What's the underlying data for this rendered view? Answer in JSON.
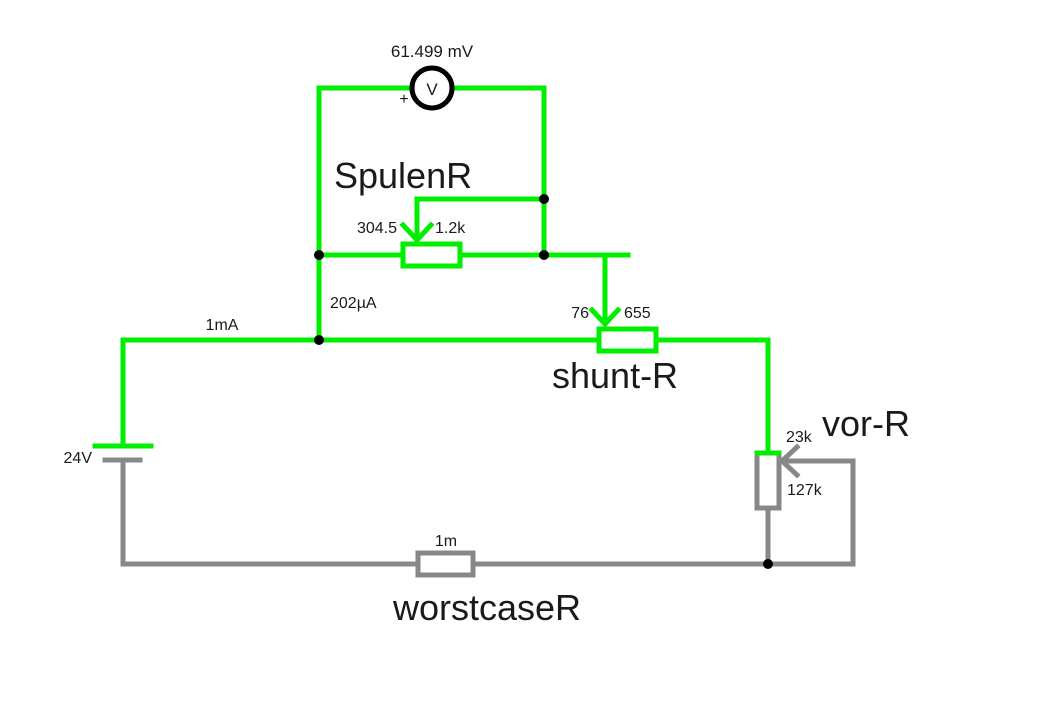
{
  "colors": {
    "active_wire": "#00ee00",
    "inactive_wire": "#888888",
    "junction": "#000000",
    "text": "#1a1a1a",
    "background": "#ffffff"
  },
  "voltmeter": {
    "reading": "61.499 mV",
    "symbol": "V",
    "polarity": "+"
  },
  "components": {
    "spulen_r": {
      "name": "SpulenR",
      "left_value": "304.5",
      "right_value": "1.2k"
    },
    "shunt_r": {
      "name": "shunt-R",
      "left_value": "76",
      "right_value": "655"
    },
    "vor_r": {
      "name": "vor-R",
      "top_value": "23k",
      "bottom_value": "127k"
    },
    "worstcase_r": {
      "name": "worstcaseR",
      "value": "1m"
    },
    "battery": {
      "value": "24V"
    }
  },
  "currents": {
    "main": "1mA",
    "branch": "202µA"
  }
}
